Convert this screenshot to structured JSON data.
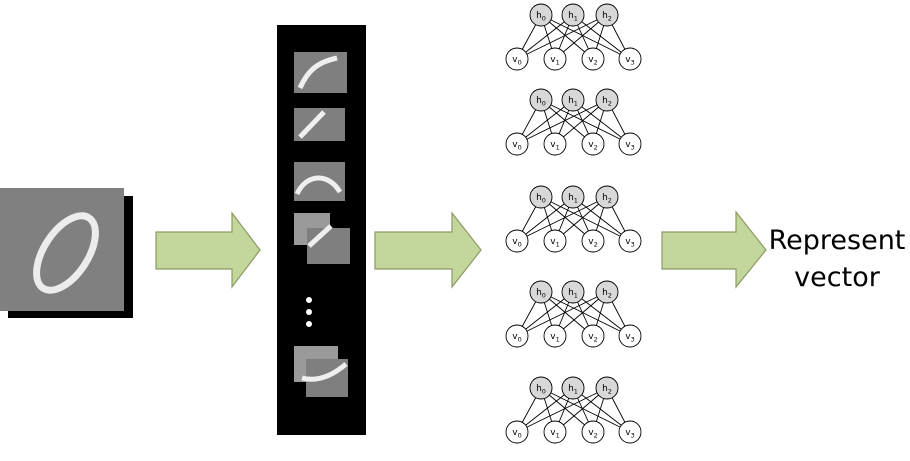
{
  "output": {
    "line1": "Represent",
    "line2": "vector"
  },
  "rbm": {
    "hidden_units": [
      "h",
      "h",
      "h"
    ],
    "hidden_subscripts": [
      "0",
      "1",
      "2"
    ],
    "visible_units": [
      "v",
      "v",
      "v",
      "v"
    ],
    "visible_subscripts": [
      "0",
      "1",
      "2",
      "3"
    ],
    "count": 5
  },
  "patches": {
    "ellipsis": "⋮"
  },
  "colors": {
    "arrow_fill": "#c3d69b",
    "arrow_stroke": "#8a9a64",
    "hidden_fill": "#d8d8d8",
    "visible_fill": "#ffffff",
    "panel_bg": "#000000",
    "patch_gray": "#7f7f7f"
  }
}
